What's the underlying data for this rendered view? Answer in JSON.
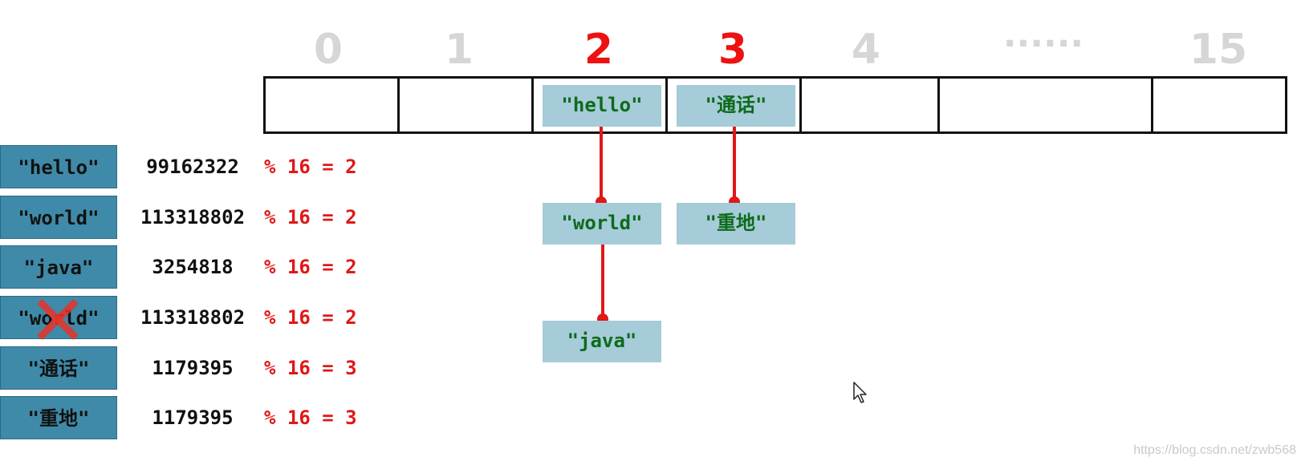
{
  "bucket_indices": [
    "0",
    "1",
    "2",
    "3",
    "4",
    "......",
    "15"
  ],
  "highlighted_indices": [
    "2",
    "3"
  ],
  "chains": {
    "bucket_2": [
      "\"hello\"",
      "\"world\"",
      "\"java\""
    ],
    "bucket_3": [
      "\"通话\"",
      "\"重地\""
    ]
  },
  "rows": [
    {
      "key": "\"hello\"",
      "hash": "99162322",
      "mod": "% 16 = 2"
    },
    {
      "key": "\"world\"",
      "hash": "113318802",
      "mod": "% 16 = 2"
    },
    {
      "key": "\"java\"",
      "hash": "3254818",
      "mod": "% 16 = 2"
    },
    {
      "key": "\"world\"",
      "hash": "113318802",
      "mod": "% 16 = 2",
      "rejected": true
    },
    {
      "key": "\"通话\"",
      "hash": "1179395",
      "mod": "% 16 = 3"
    },
    {
      "key": "\"重地\"",
      "hash": "1179395",
      "mod": "% 16 = 3"
    }
  ],
  "watermark": "https://blog.csdn.net/zwb568",
  "colors": {
    "node_fill": "#a6cbd9",
    "node_text": "#0e6b1a",
    "key_fill": "#3f8aa8",
    "link": "#e01818",
    "index_muted": "#d6d6d6",
    "index_hot": "#ee1111"
  }
}
